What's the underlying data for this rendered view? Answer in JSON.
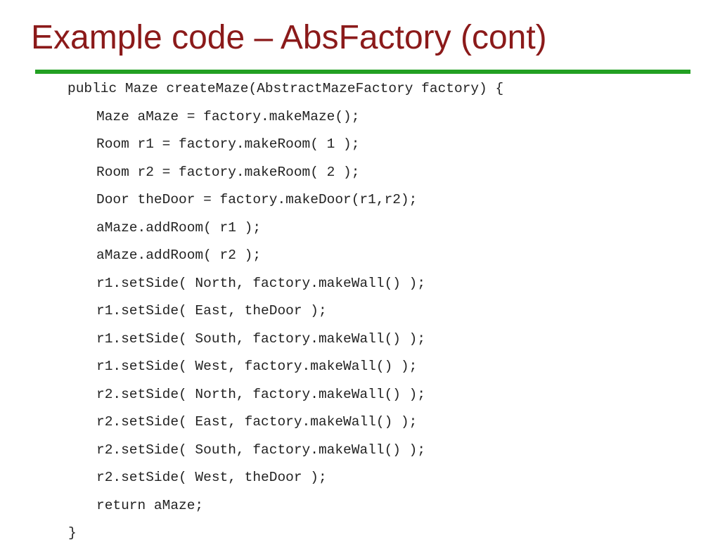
{
  "slide": {
    "title": "Example code – AbsFactory (cont)",
    "accent_colors": {
      "title": "#8b1a1a",
      "rule": "#22a022"
    },
    "code_lines": [
      "public Maze createMaze(AbstractMazeFactory factory) {",
      "Maze aMaze = factory.makeMaze();",
      "Room r1 = factory.makeRoom( 1 );",
      "Room r2 = factory.makeRoom( 2 );",
      "Door theDoor = factory.makeDoor(r1,r2);",
      "aMaze.addRoom( r1 );",
      "aMaze.addRoom( r2 );",
      "r1.setSide( North, factory.makeWall() );",
      "r1.setSide( East, theDoor );",
      "r1.setSide( South, factory.makeWall() );",
      "r1.setSide( West, factory.makeWall() );",
      "r2.setSide( North, factory.makeWall() );",
      "r2.setSide( East, factory.makeWall() );",
      "r2.setSide( South, factory.makeWall() );",
      "r2.setSide( West, theDoor );",
      "return aMaze;",
      "}"
    ]
  }
}
